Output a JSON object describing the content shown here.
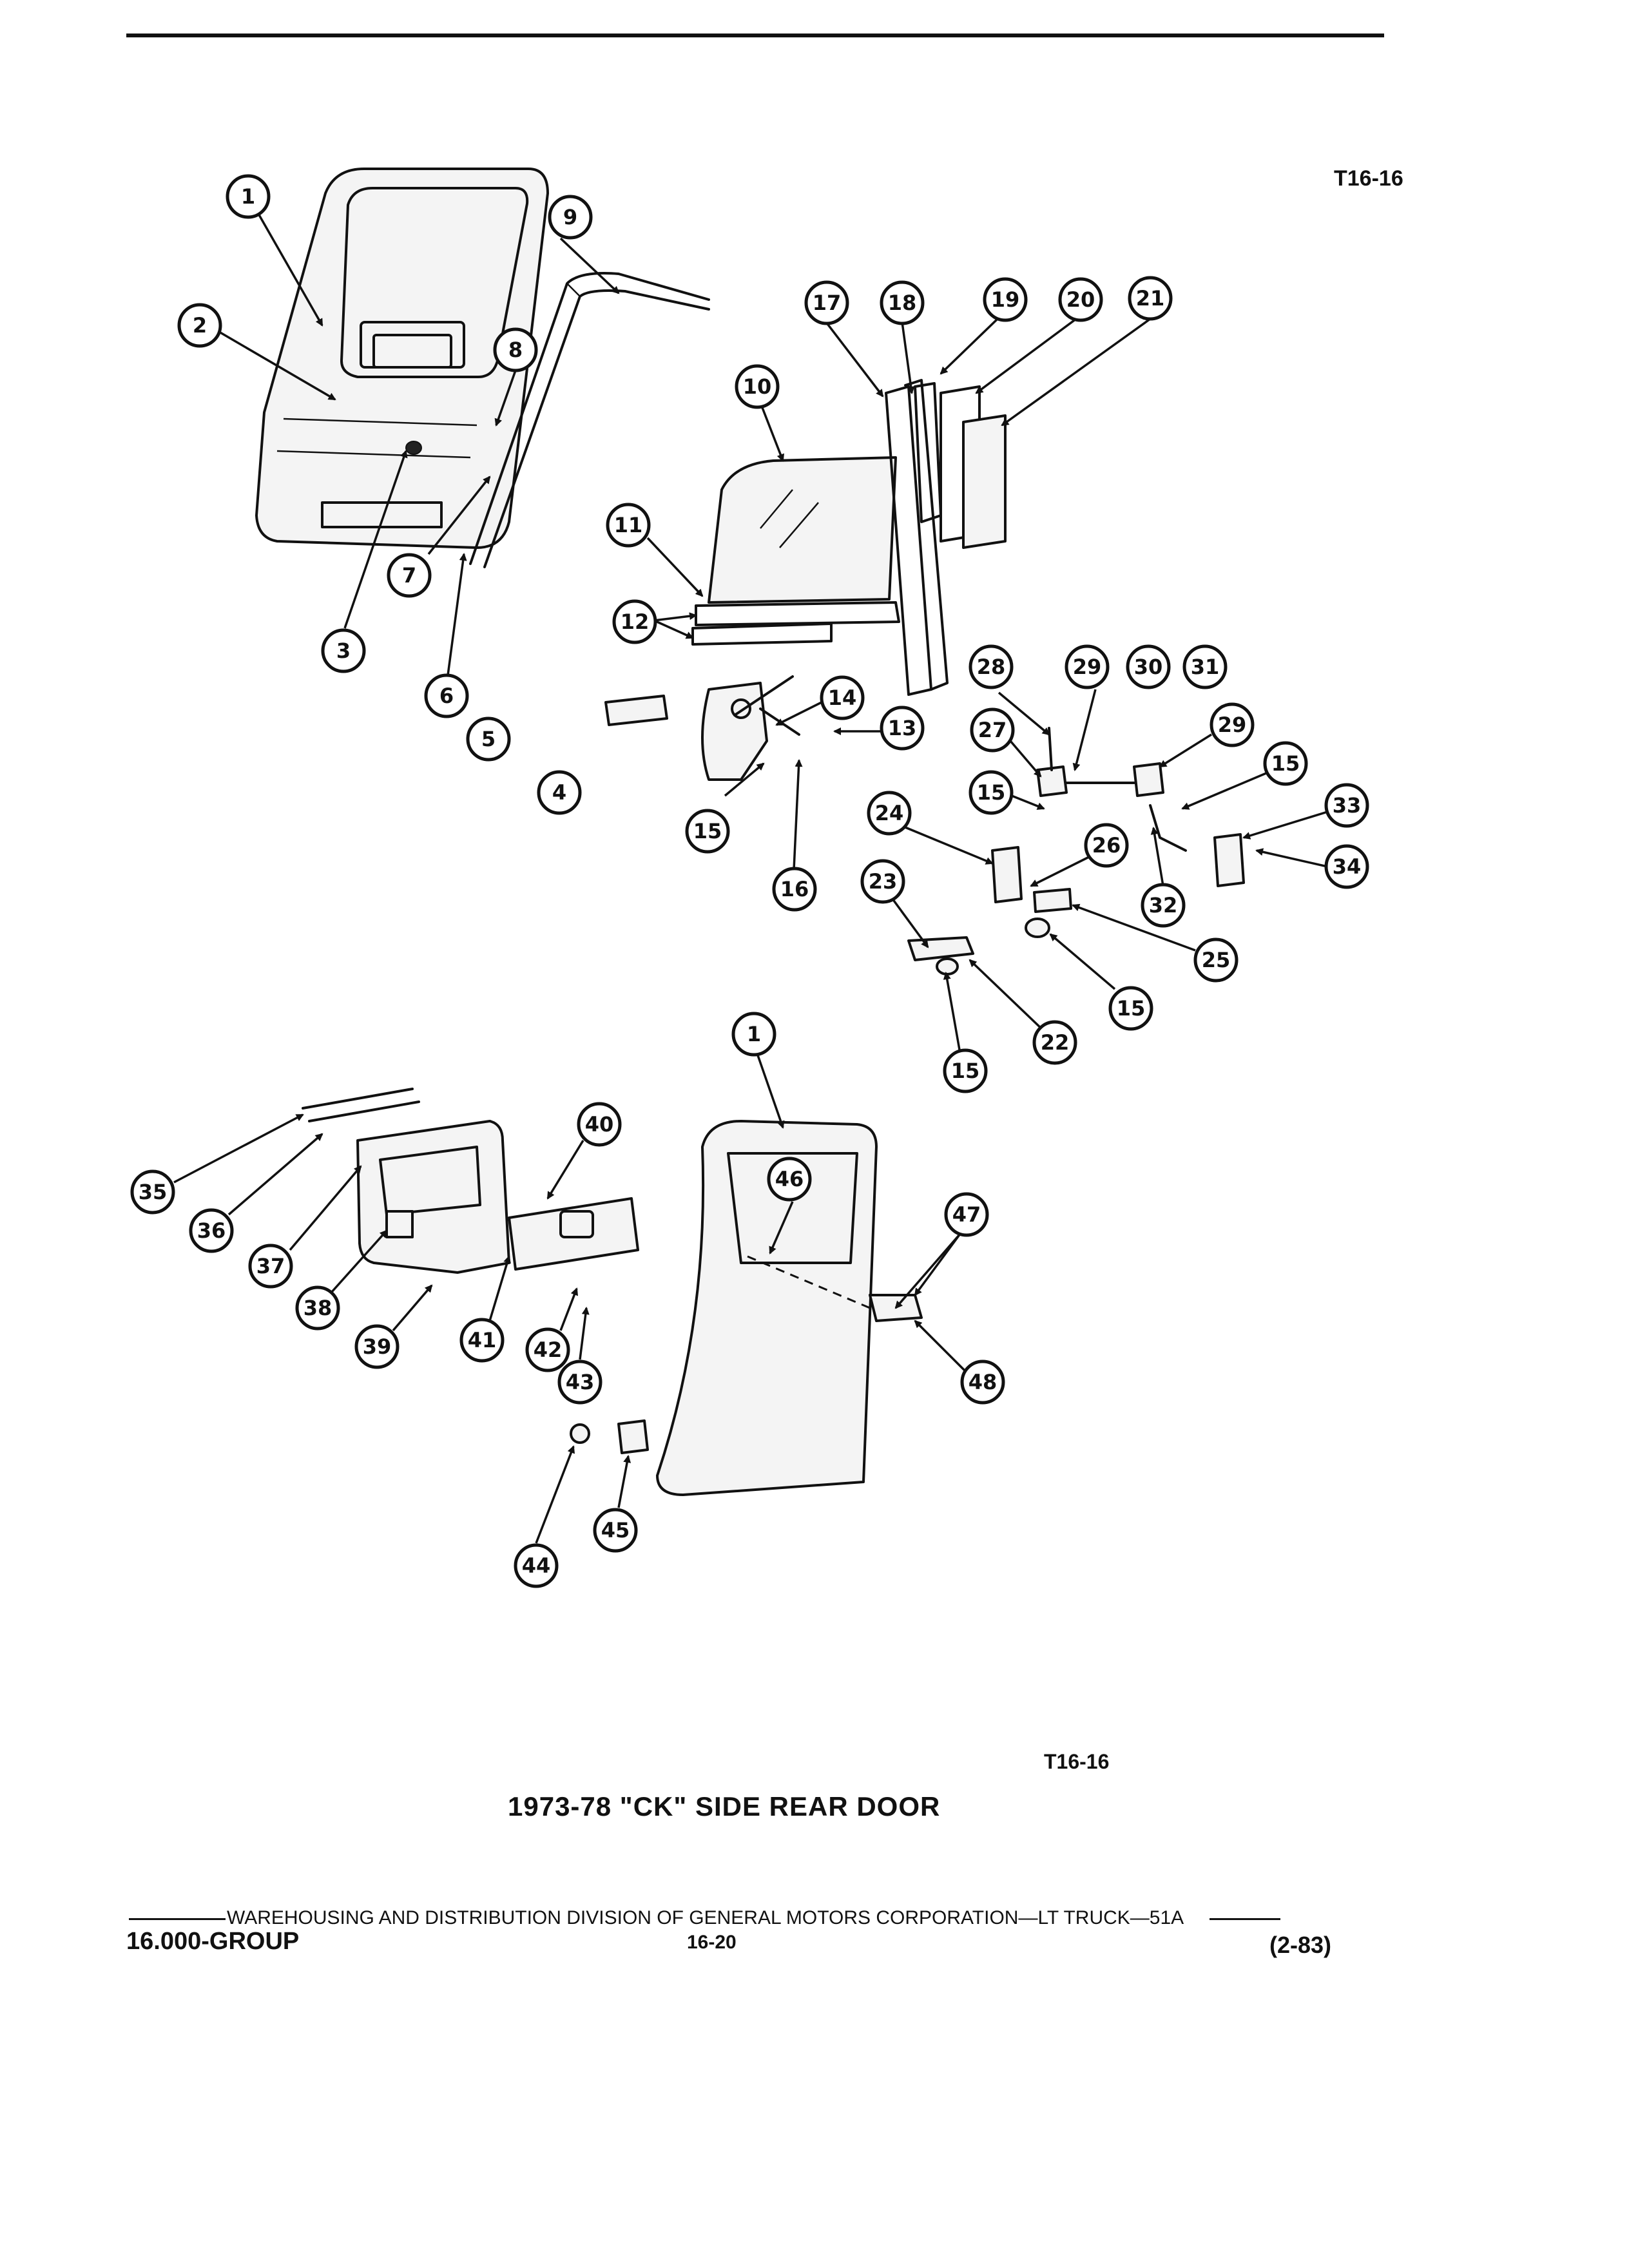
{
  "header": {
    "code": "T16-16"
  },
  "caption": {
    "code": "T16-16",
    "title": "1973-78 \"CK\" SIDE REAR DOOR"
  },
  "footer": {
    "line": "WAREHOUSING AND DISTRIBUTION  DIVISION OF GENERAL MOTORS CORPORATION—LT TRUCK—51A",
    "group": "16.000-GROUP",
    "page": "16-20",
    "date": "(2-83)"
  },
  "callouts": [
    "1",
    "2",
    "3",
    "4",
    "5",
    "6",
    "7",
    "8",
    "9",
    "10",
    "11",
    "12",
    "13",
    "14",
    "15",
    "16",
    "17",
    "18",
    "19",
    "20",
    "21",
    "22",
    "23",
    "24",
    "25",
    "26",
    "27",
    "28",
    "29",
    "30",
    "31",
    "32",
    "33",
    "34",
    "35",
    "36",
    "37",
    "38",
    "39",
    "40",
    "41",
    "42",
    "43",
    "44",
    "45",
    "46",
    "47",
    "48"
  ]
}
